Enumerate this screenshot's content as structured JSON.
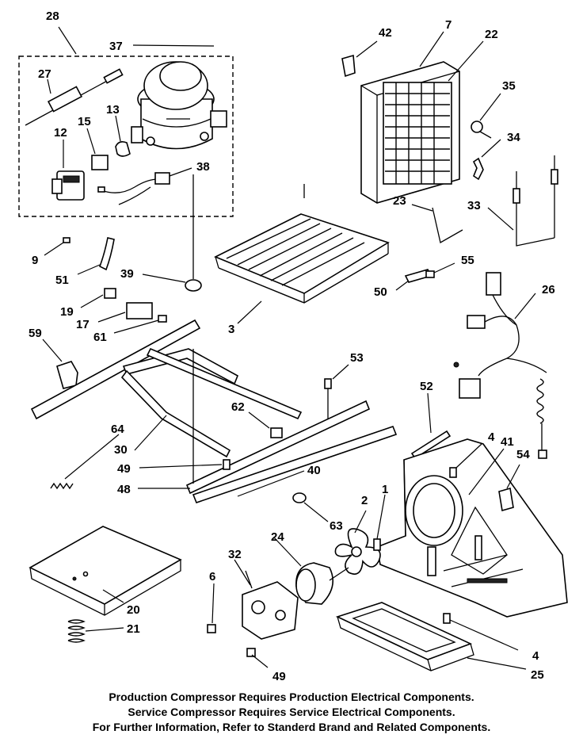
{
  "labels": {
    "p28": "28",
    "p37": "37",
    "p27": "27",
    "p13": "13",
    "p15": "15",
    "p12": "12",
    "p38": "38",
    "p42": "42",
    "p7": "7",
    "p22": "22",
    "p35": "35",
    "p34": "34",
    "p23": "23",
    "p33": "33",
    "p9": "9",
    "p51": "51",
    "p39": "39",
    "p19": "19",
    "p17": "17",
    "p61": "61",
    "p3": "3",
    "p50": "50",
    "p55": "55",
    "p26": "26",
    "p59": "59",
    "p53": "53",
    "p62": "62",
    "p52": "52",
    "p64": "64",
    "p30": "30",
    "p49a": "49",
    "p48": "48",
    "p40": "40",
    "p4a": "4",
    "p41": "41",
    "p54": "54",
    "p2": "2",
    "p1": "1",
    "p63": "63",
    "p24": "24",
    "p32": "32",
    "p6": "6",
    "p20": "20",
    "p21": "21",
    "p4b": "4",
    "p25": "25",
    "p49b": "49"
  },
  "footer": {
    "line1": "Production Compressor Requires Production Electrical Components.",
    "line2": "Service Compressor Requires Service Electrical Components.",
    "line3": "For Further Information, Refer to Standerd Brand and Related Components."
  }
}
